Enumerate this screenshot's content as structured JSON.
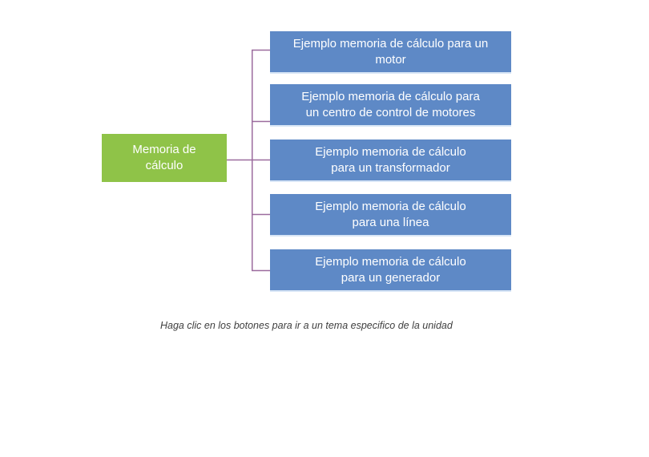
{
  "colors": {
    "background": "#ffffff",
    "root_box": "#8fc348",
    "button_box": "#5e89c6",
    "button_edge": "#d8e6f6",
    "connector": "#9b6b9e",
    "box_text": "#ffffff",
    "caption_text": "#404040"
  },
  "diagram": {
    "root": {
      "label": "Memoria de cálculo",
      "lines": [
        "Memoria de",
        "cálculo"
      ]
    },
    "buttons": [
      {
        "label": "Ejemplo memoria de cálculo para un motor",
        "lines": [
          "Ejemplo memoria de cálculo para un",
          "motor"
        ]
      },
      {
        "label": "Ejemplo memoria de cálculo para un centro de control de motores",
        "lines": [
          "Ejemplo memoria de cálculo para",
          "un centro de control de motores"
        ]
      },
      {
        "label": "Ejemplo memoria de cálculo para un transformador",
        "lines": [
          "Ejemplo memoria de cálculo",
          "para un transformador"
        ]
      },
      {
        "label": "Ejemplo memoria de cálculo para una línea",
        "lines": [
          "Ejemplo memoria de cálculo",
          "para una línea"
        ]
      },
      {
        "label": "Ejemplo memoria de cálculo para un generador",
        "lines": [
          "Ejemplo memoria de cálculo",
          "para un generador"
        ]
      }
    ]
  },
  "caption": "Haga clic en los botones para ir a un tema especifico de la unidad"
}
